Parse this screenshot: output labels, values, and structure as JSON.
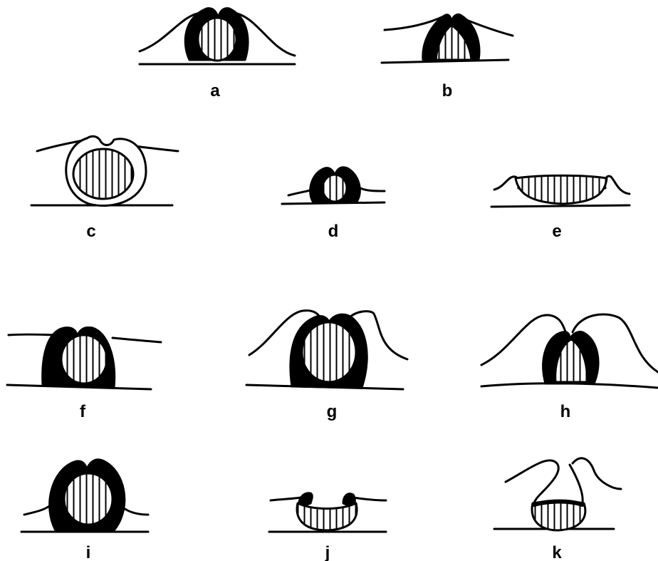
{
  "figure": {
    "panels": [
      {
        "id": "a",
        "label": "a"
      },
      {
        "id": "b",
        "label": "b"
      },
      {
        "id": "c",
        "label": "c"
      },
      {
        "id": "d",
        "label": "d"
      },
      {
        "id": "e",
        "label": "e"
      },
      {
        "id": "f",
        "label": "f"
      },
      {
        "id": "g",
        "label": "g"
      },
      {
        "id": "h",
        "label": "h"
      },
      {
        "id": "i",
        "label": "i"
      },
      {
        "id": "j",
        "label": "j"
      },
      {
        "id": "k",
        "label": "k"
      }
    ]
  },
  "colors": {
    "ink": "#000000",
    "paper": "#ffffff"
  }
}
